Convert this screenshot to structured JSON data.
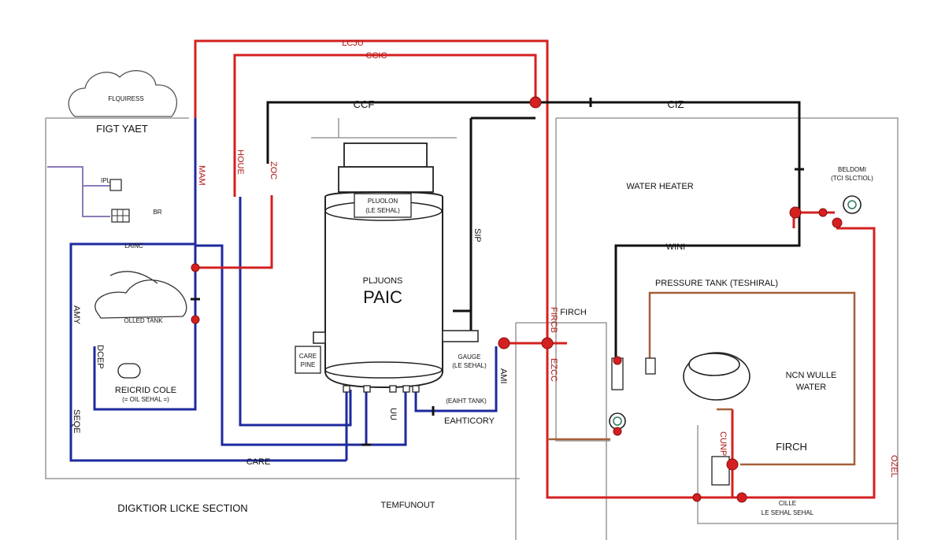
{
  "labels": {
    "top_red": "LCJU",
    "top_red_2": "CCIC",
    "cloud": "FLQUIRESS",
    "left_box_title": "FIGT YAET",
    "top_black": "CCF",
    "top_right": "CIZ",
    "water_heater": "WATER HEATER",
    "right_device_1": "BELDOMI",
    "right_device_2": "(TCI SLCTIOL)",
    "win": "WINI",
    "pressure_tank": "PRESSURE TANK (TESHIRAL)",
    "firch_top": "FIRCH",
    "firch_bottom": "FIRCH",
    "ncn_wulle": "NCN WULLE",
    "water": "WATER",
    "tank_plate_1": "PLUOLON",
    "tank_plate_2": "(LE SEHAL)",
    "tank_name_1": "PLJUONS",
    "tank_name_2": "PAIC",
    "care_pine_1": "CARE",
    "care_pine_2": "PINE",
    "gauge_1": "GAUGE",
    "gauge_2": "(LE SEHAL)",
    "eaiht_tank": "(EAIHT TANK)",
    "eahticory": "EAHTICORY",
    "olled_tank": "OLLED TANK",
    "recrid_cole_1": "REICRID COLE",
    "recrid_cole_2": "(= OIL SEHAL =)",
    "care_bottom": "CARE",
    "section": "DIGKTIOR LICKE SECTION",
    "temfunout": "TEMFUNOUT",
    "vert_mam": "MAM",
    "vert_houe": "HOUE",
    "vert_zoc": "ZOC",
    "vert_am": "AMY",
    "vert_seqe": "SEQE",
    "vert_dcep": "DCEP",
    "vert_sip": "SIP",
    "vert_fircb": "FIRCB",
    "vert_ezcc": "EZCC",
    "vert_am2": "AMI",
    "vert_uu": "UU",
    "vert_cunp": "CUNP",
    "vert_ozel": "OZEL",
    "small_la": "LAINC",
    "small_ipl": "IPL",
    "small_br": "BR",
    "bottom_small_1": "CILLE",
    "bottom_small_2": "LE SEHAL SEHAL"
  },
  "colors": {
    "hot": "#d42020",
    "cold": "#1d2a9e",
    "line": "#111111",
    "brown": "#a5603a",
    "purple": "#8b7bb8"
  }
}
